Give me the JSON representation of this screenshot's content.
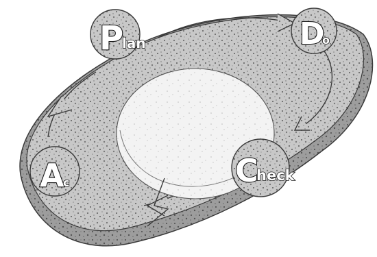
{
  "pdca_cycle": {
    "nodes": [
      {
        "id": "plan",
        "big": "P",
        "small": "lan"
      },
      {
        "id": "do",
        "big": "D",
        "small": "o"
      },
      {
        "id": "check",
        "big": "C",
        "small": "heck"
      },
      {
        "id": "act",
        "big": "A",
        "small": "c"
      }
    ]
  },
  "colors": {
    "ring": "#c9c9c9",
    "ring_shadow": "#8a8a8a",
    "center": "#f2f2f2",
    "node_fill": "#bdbdbd",
    "outline": "#3a3a3a"
  }
}
